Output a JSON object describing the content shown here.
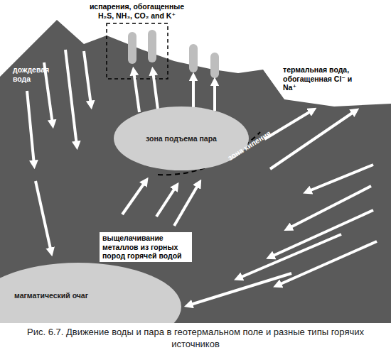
{
  "diagram": {
    "caption": "Рис. 6.7. Движение воды и пара в геотермальном поле и разные типы горячих источников",
    "nodes": [
      {
        "text": [
          "зона подъема пара"
        ]
      },
      {
        "text": [
          "выщелачивание металлов из горных пород горячей водой"
        ]
      },
      {
        "text": [
          "магматический очаг"
        ]
      }
    ],
    "labels": [
      "испарения, обогащенные H₂S, NH₃, CO₂ and K⁺",
      "дождевая вода",
      "термальная вода, обогащенная Cl⁻ и Na⁺",
      "зона кипения"
    ]
  }
}
